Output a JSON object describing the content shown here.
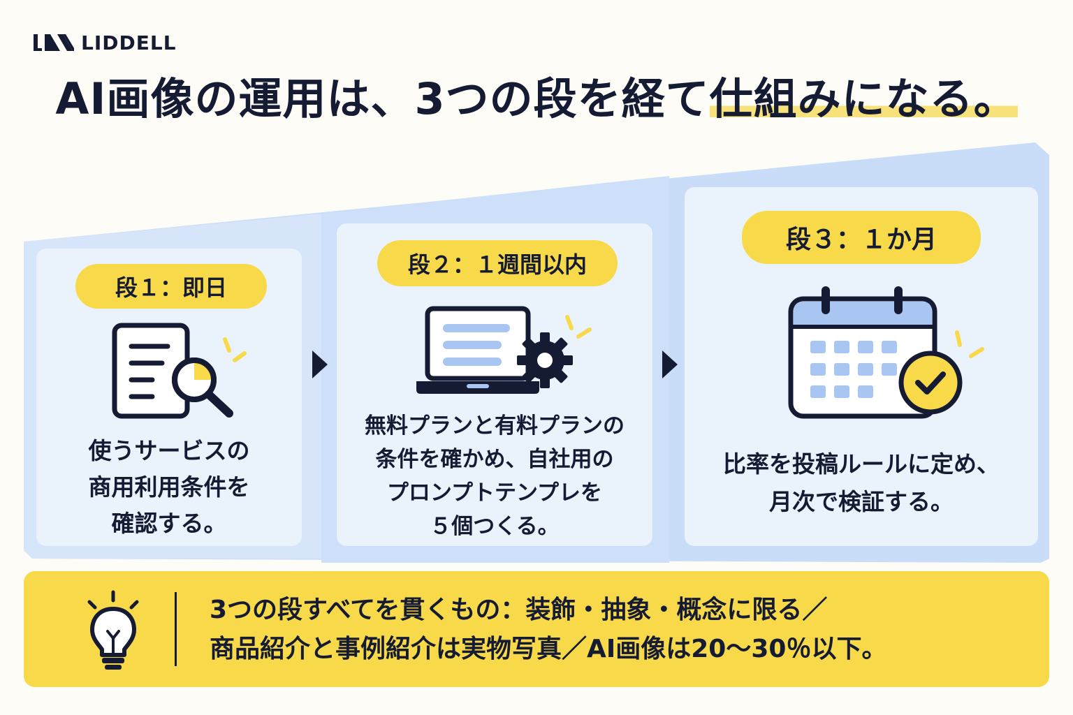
{
  "brand": {
    "name": "LIDDELL"
  },
  "headline": {
    "part1": "AI画像の運用は、3つの段を経て",
    "part2": "仕組みになる。"
  },
  "steps": [
    {
      "label": "段１：即日",
      "description": [
        "使うサービスの",
        "商用利用条件を",
        "確認する。"
      ],
      "icon": "document-search-icon"
    },
    {
      "label": "段２：１週間以内",
      "description": [
        "無料プランと有料プランの",
        "条件を確かめ、自社用の",
        "プロンプトテンプレを",
        "５個つくる。"
      ],
      "icon": "laptop-gear-icon"
    },
    {
      "label": "段３：１か月",
      "description": [
        "比率を投稿ルールに定め、",
        "月次で検証する。"
      ],
      "icon": "calendar-check-icon"
    }
  ],
  "tip": {
    "icon": "lightbulb-icon",
    "lines": [
      "3つの段すべてを貫くもの：装飾・抽象・概念に限る／",
      "商品紹介と事例紹介は実物写真／AI画像は20〜30％以下。"
    ]
  },
  "colors": {
    "navy": "#141B33",
    "yellow": "#F8D94A",
    "highlight": "#F6E17A",
    "blue_light": "#C9DCF8",
    "card": "#EAF2FC"
  }
}
